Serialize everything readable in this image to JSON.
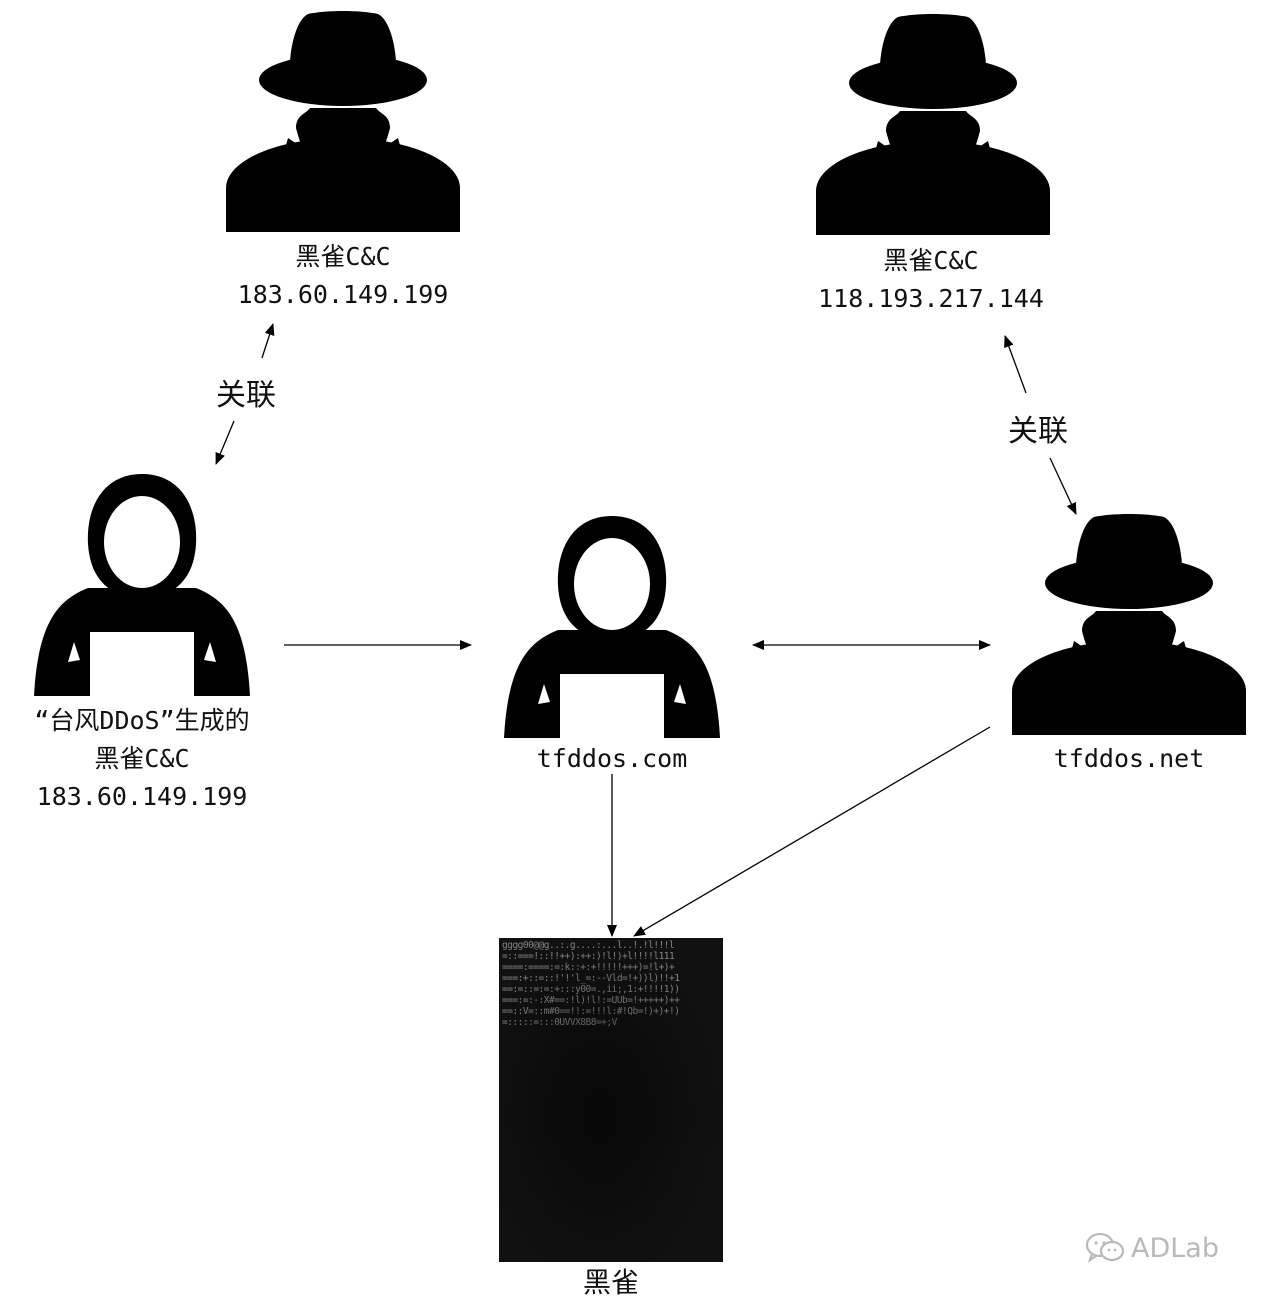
{
  "nodes": {
    "cc_left": {
      "line1": "黑雀C&C",
      "line2": "183.60.149.199",
      "icon": "fedora-spy-icon"
    },
    "cc_right": {
      "line1": "黑雀C&C",
      "line2": "118.193.217.144",
      "icon": "fedora-spy-icon"
    },
    "typhoon": {
      "line1": "“台风DDoS”生成的",
      "line2": "黑雀C&C",
      "line3": "183.60.149.199",
      "icon": "hooded-hacker-icon"
    },
    "tfddos_com": {
      "line1": "tfddos.com",
      "icon": "hooded-hacker-icon"
    },
    "tfddos_net": {
      "line1": "tfddos.net",
      "icon": "fedora-spy-icon"
    },
    "heique": {
      "line1": "黑雀",
      "icon": "ascii-portrait-image"
    }
  },
  "edges": {
    "left_link_label": "关联",
    "right_link_label": "关联"
  },
  "watermark": {
    "text": "ADLab",
    "icon": "wechat-icon"
  },
  "colors": {
    "ink": "#000000",
    "text": "#111111",
    "watermark": "#b9b9b9"
  }
}
